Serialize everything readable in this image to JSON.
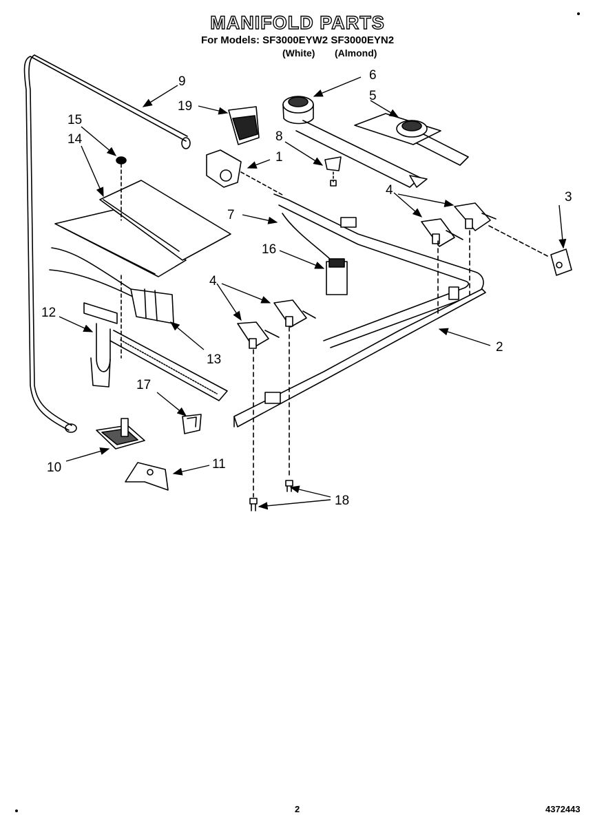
{
  "header": {
    "title": "MANIFOLD PARTS",
    "models_line": "For Models: SF3000EYW2 SF3000EYN2",
    "variant_white": "(White)",
    "variant_almond": "(Almond)"
  },
  "callouts": {
    "c1": "1",
    "c2": "2",
    "c3": "3",
    "c4a": "4",
    "c4b": "4",
    "c5": "5",
    "c6": "6",
    "c7": "7",
    "c8": "8",
    "c9": "9",
    "c10": "10",
    "c11": "11",
    "c12": "12",
    "c13": "13",
    "c14": "14",
    "c15": "15",
    "c16": "16",
    "c17": "17",
    "c18": "18",
    "c19": "19"
  },
  "footer": {
    "page_number": "2",
    "document_number": "4372443"
  }
}
